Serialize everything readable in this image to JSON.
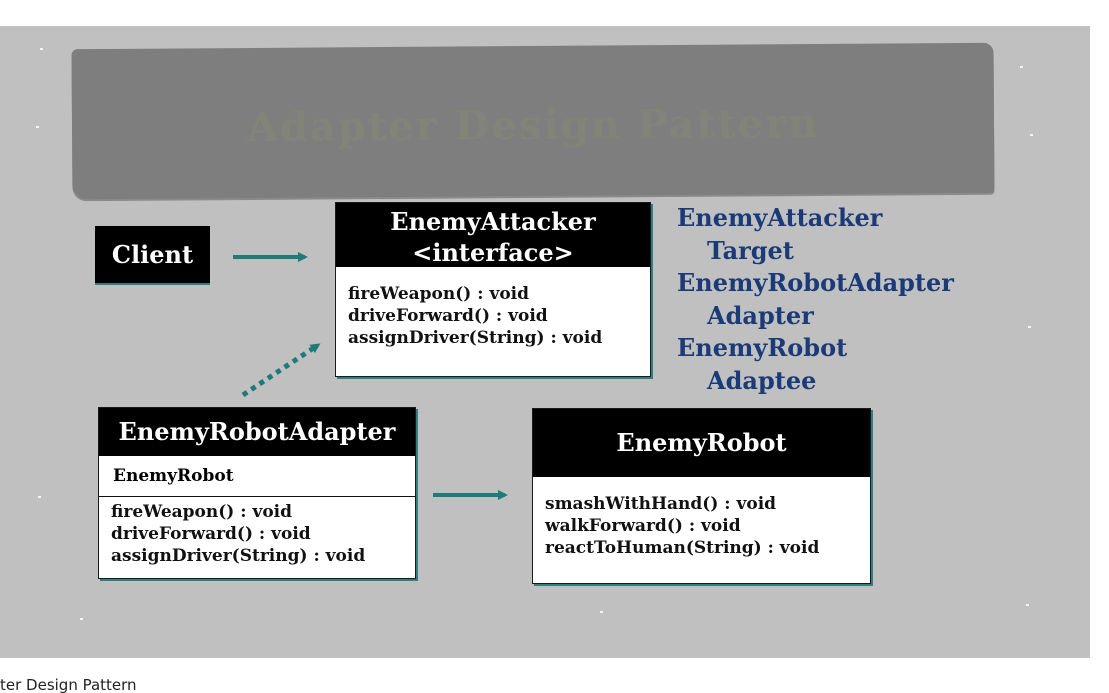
{
  "title_text": "Adapter Design Pattern",
  "client": {
    "label": "Client"
  },
  "enemy_attacker": {
    "name": "EnemyAttacker",
    "stereotype": "<interface>",
    "operations": [
      "fireWeapon() : void",
      "driveForward() : void",
      "assignDriver(String) : void"
    ]
  },
  "enemy_robot_adapter": {
    "name": "EnemyRobotAdapter",
    "attribute": "EnemyRobot",
    "operations": [
      "fireWeapon() : void",
      "driveForward() : void",
      "assignDriver(String) : void"
    ]
  },
  "enemy_robot": {
    "name": "EnemyRobot",
    "operations": [
      "smashWithHand() : void",
      "walkForward() : void",
      "reactToHuman(String) : void"
    ]
  },
  "legend": [
    {
      "class_name": "EnemyAttacker",
      "role": "Target"
    },
    {
      "class_name": "EnemyRobotAdapter",
      "role": "Adapter"
    },
    {
      "class_name": "EnemyRobot",
      "role": "Adaptee"
    }
  ],
  "caption": "ter Design Pattern",
  "colors": {
    "background": "#c0c0c0",
    "title_bar": "#7e7e7e",
    "box_header": "#000000",
    "arrow": "#1f7a7a",
    "legend_text": "#1a3a78"
  }
}
